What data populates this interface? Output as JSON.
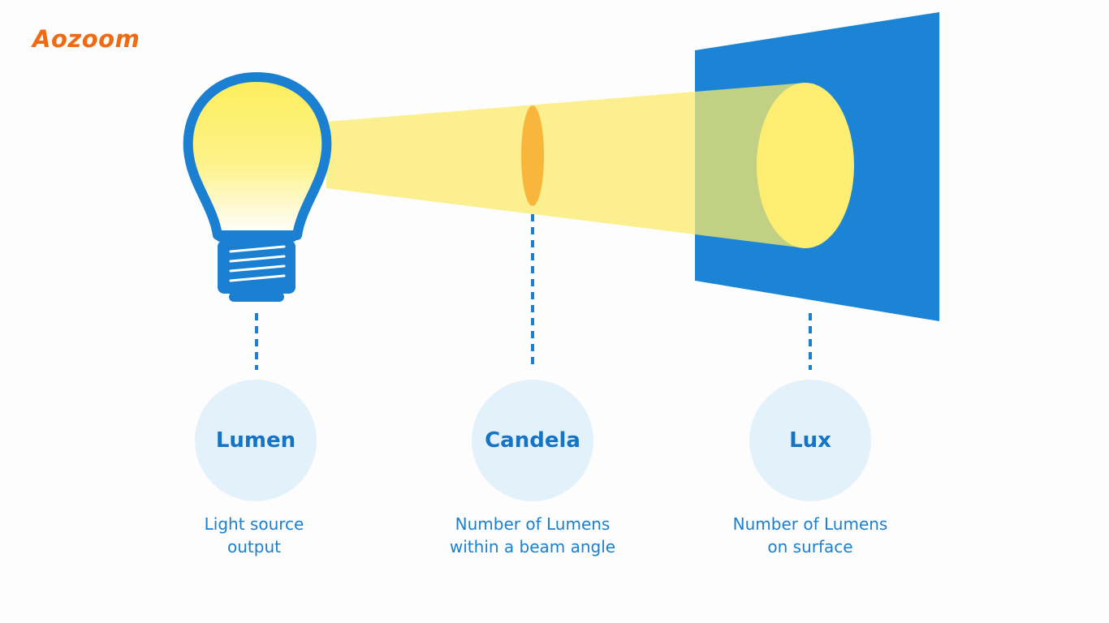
{
  "logo": {
    "text": "Aozoom"
  },
  "items": [
    {
      "title": "Lumen",
      "caption_line1": "Light source",
      "caption_line2": "output"
    },
    {
      "title": "Candela",
      "caption_line1": "Number of Lumens",
      "caption_line2": "within a beam angle"
    },
    {
      "title": "Lux",
      "caption_line1": "Number of Lumens",
      "caption_line2": "on surface"
    }
  ],
  "colors": {
    "brand": "#f06a13",
    "primary_blue": "#1b80d2",
    "beam_yellow": "#fbe96a",
    "candela_orange": "#f8b73c",
    "circle_fill": "#e3f1fb"
  },
  "icons": [
    "light-bulb-icon"
  ]
}
